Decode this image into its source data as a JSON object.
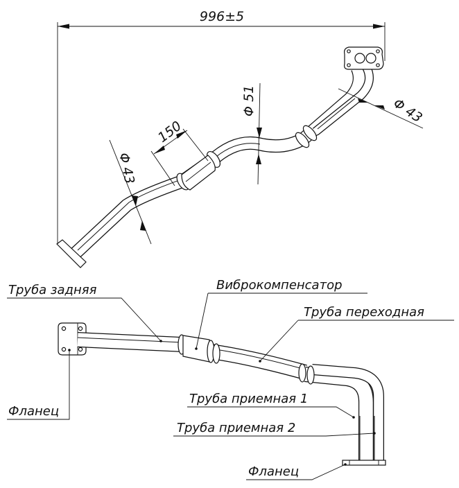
{
  "dimensions": {
    "overall_length": "996±5",
    "rear_pipe_diameter": "Φ 43",
    "compensator_length": "150",
    "mid_pipe_diameter": "Φ 51",
    "front_pipe_diameter": "Φ 43"
  },
  "callouts": {
    "rear_pipe": "Труба задняя",
    "vibro_compensator": "Виброкомпенсатор",
    "transition_pipe": "Труба переходная",
    "intake_pipe_1": "Труба приемная 1",
    "intake_pipe_2": "Труба приемная 2",
    "flange_left": "Фланец",
    "flange_bottom": "Фланец"
  }
}
